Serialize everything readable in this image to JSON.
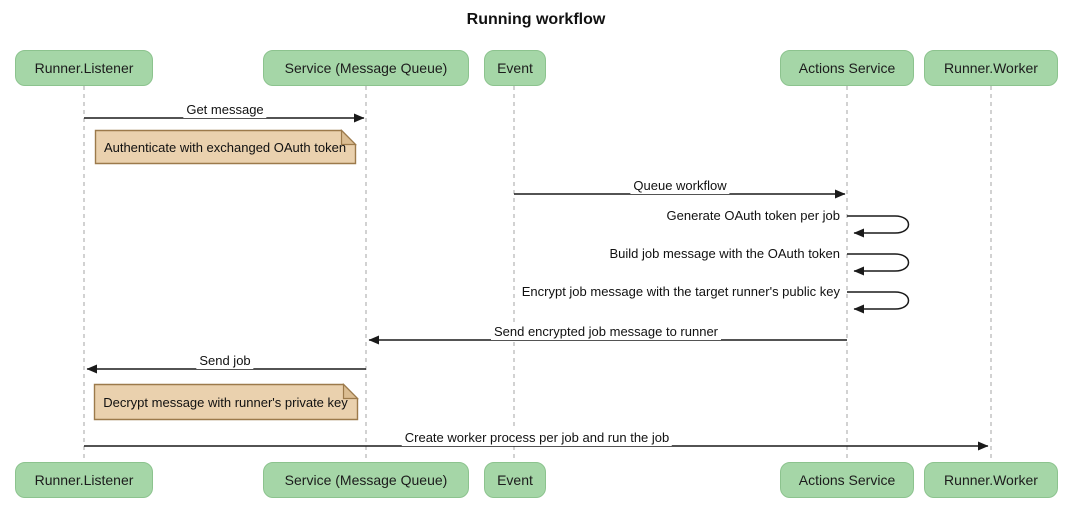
{
  "title": "Running workflow",
  "participants": [
    {
      "label": "Runner.Listener"
    },
    {
      "label": "Service (Message Queue)"
    },
    {
      "label": "Event"
    },
    {
      "label": "Actions Service"
    },
    {
      "label": "Runner.Worker"
    }
  ],
  "messages": [
    {
      "label": "Get message",
      "from": "Runner.Listener",
      "to": "Service (Message Queue)"
    },
    {
      "label": "Queue workflow",
      "from": "Event",
      "to": "Actions Service"
    },
    {
      "label": "Generate OAuth token per job",
      "from": "Actions Service",
      "to": "Actions Service"
    },
    {
      "label": "Build job message with the OAuth token",
      "from": "Actions Service",
      "to": "Actions Service"
    },
    {
      "label": "Encrypt job message with the target runner's public key",
      "from": "Actions Service",
      "to": "Actions Service"
    },
    {
      "label": "Send encrypted job message to runner",
      "from": "Actions Service",
      "to": "Service (Message Queue)"
    },
    {
      "label": "Send job",
      "from": "Service (Message Queue)",
      "to": "Runner.Listener"
    },
    {
      "label": "Create worker process per job and run the job",
      "from": "Runner.Listener",
      "to": "Runner.Worker"
    }
  ],
  "notes": [
    {
      "text": "Authenticate with exchanged OAuth token"
    },
    {
      "text": "Decrypt message with runner's private key"
    }
  ],
  "colors": {
    "participant_fill": "#a5d6a7",
    "participant_border": "#8cc38e",
    "note_fill": "#ead1ae",
    "note_border": "#9c7a4b",
    "note_fold": "#dbbd92",
    "lifeline": "#b4b4b4",
    "arrow": "#1a1a1a",
    "text": "#111111",
    "background": "#ffffff"
  }
}
